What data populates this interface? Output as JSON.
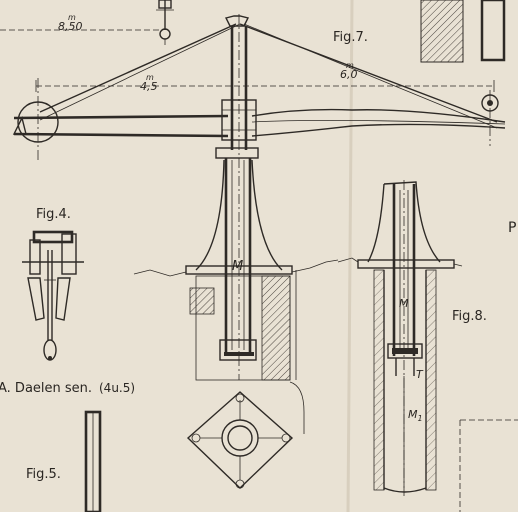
{
  "labels": {
    "fig7": "Fig.7.",
    "fig4": "Fig.4.",
    "fig5": "Fig.5.",
    "fig8": "Fig.8.",
    "author": "A. Daelen sen.",
    "plate_ref": "(4u.5)",
    "edge_text": "P"
  },
  "dimensions": {
    "d1_unit": "m",
    "d1_value": "8,50",
    "d2_unit": "m",
    "d2_value": "4,5",
    "d3_unit": "m",
    "d3_value": "6,0"
  },
  "letters": {
    "m_fig7": "M",
    "m_fig8_upper": "M",
    "t_fig8": "T",
    "m1_fig8": "M",
    "m1_sub": "1"
  },
  "colors": {
    "paper": "#e9e2d4",
    "ink": "#2e2a26"
  }
}
